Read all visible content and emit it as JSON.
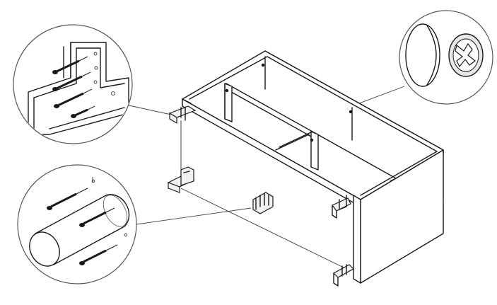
{
  "diagram": {
    "components": [
      {
        "id": "cabinet",
        "icon": "cabinet-carcass"
      },
      {
        "id": "detail-top-left",
        "icon": "screw-bracket-detail"
      },
      {
        "id": "detail-top-right",
        "icon": "cam-cover-cap"
      },
      {
        "id": "detail-left",
        "icon": "dowel-screws-detail"
      }
    ],
    "colors": {
      "line": "#1a1a1a",
      "fill": "#ffffff",
      "shade": "#f2f2f2"
    }
  }
}
